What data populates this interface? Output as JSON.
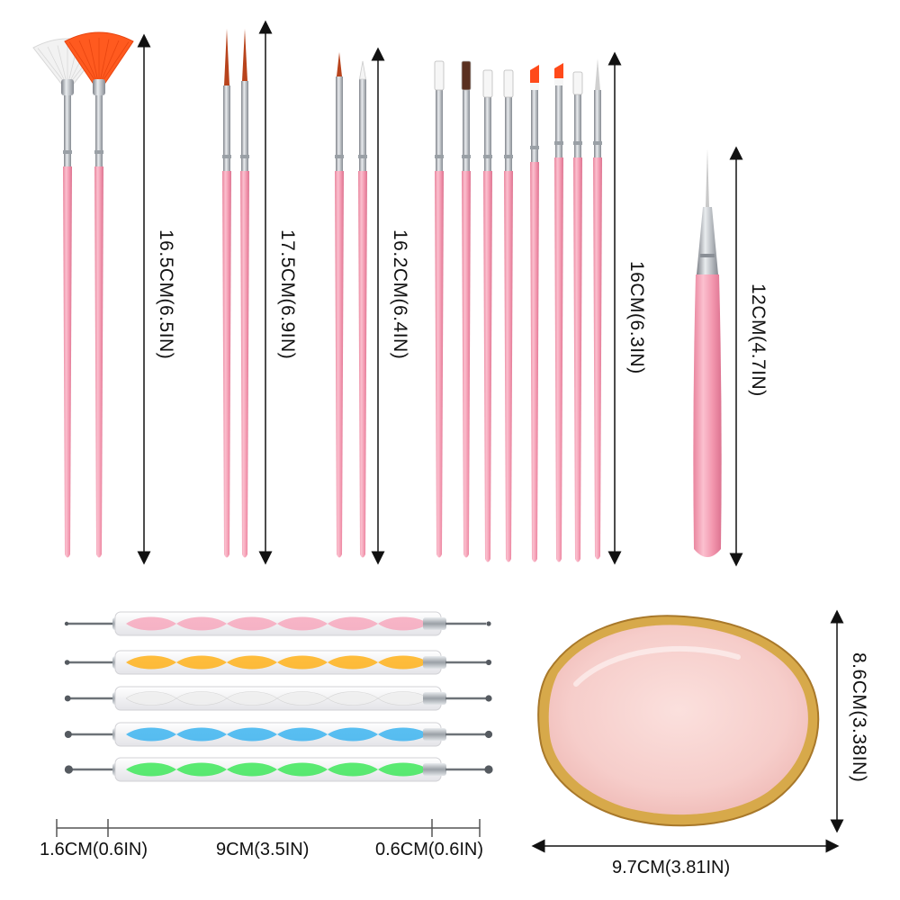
{
  "measurements": {
    "fan_brushes": "16.5CM(6.5IN)",
    "liner_brushes": "17.5CM(6.9IN)",
    "detail_brushes": "16.2CM(6.4IN)",
    "gel_brushes": "16CM(6.3IN)",
    "tiny_liner": "12CM(4.7IN)",
    "dotting_tip_left": "1.6CM(0.6IN)",
    "dotting_handle": "9CM(3.5IN)",
    "dotting_tip_right": "0.6CM(0.6IN)",
    "palette_height": "8.6CM(3.38IN)",
    "palette_width": "9.7CM(3.81IN)"
  },
  "colors": {
    "handle_pink": "#f29bb0",
    "handle_pink_dark": "#e07a95",
    "ferrule_silver": "#b8bcc2",
    "cap_silver": "#8a8f96",
    "fan_white": "#f2f2f2",
    "fan_orange": "#ff5a1f",
    "dot_pink": "#f7a8bd",
    "dot_orange": "#ffb21a",
    "dot_white": "#eeeeee",
    "dot_blue": "#3cb4f0",
    "dot_green": "#3ee85a",
    "palette_pink": "#f8d2cf",
    "palette_gold": "#c99a3c",
    "arrow": "#111111"
  },
  "dotting_tools": [
    {
      "color": "pink"
    },
    {
      "color": "orange"
    },
    {
      "color": "white"
    },
    {
      "color": "blue"
    },
    {
      "color": "green"
    }
  ]
}
